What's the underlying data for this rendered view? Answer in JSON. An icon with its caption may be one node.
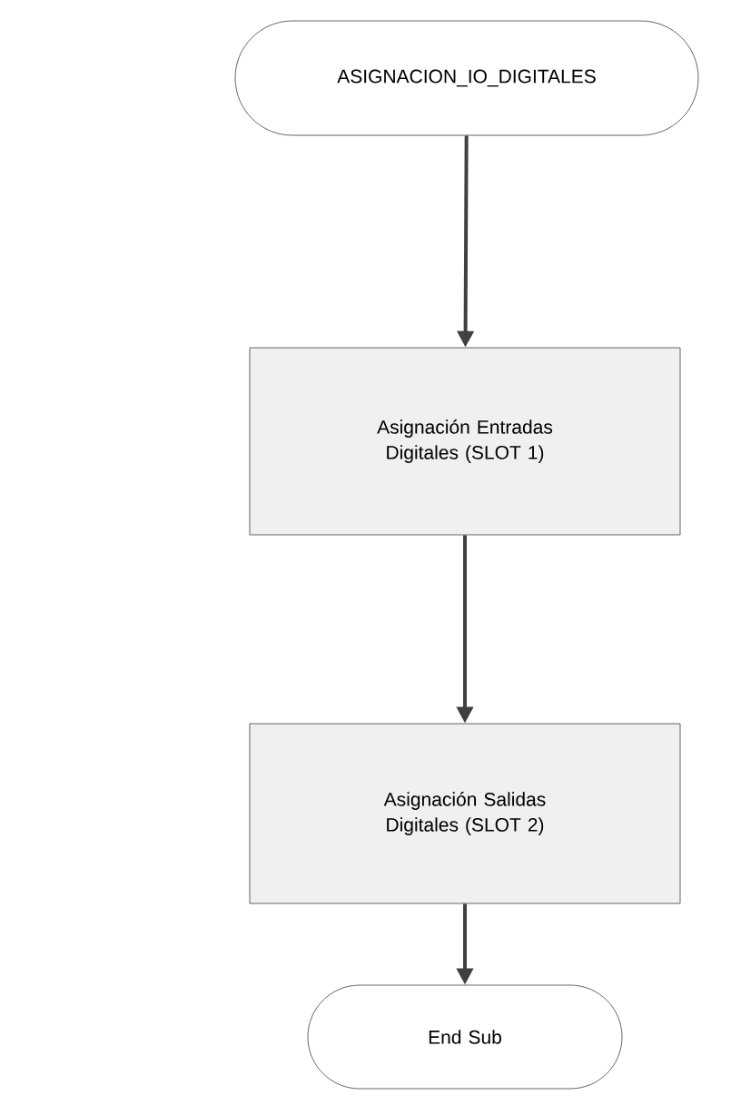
{
  "diagram": {
    "nodes": [
      {
        "text": [
          "ASIGNACION_IO_DIGITALES"
        ]
      },
      {
        "text": [
          "Asignación Entradas Digitales (SLOT 1)"
        ]
      },
      {
        "text": [
          "Asignación Salidas Digitales (SLOT 2)"
        ]
      },
      {
        "text": [
          "End Sub"
        ]
      }
    ],
    "edges": [
      {
        "from": 0,
        "to": 1,
        "arrow": "to"
      },
      {
        "from": 1,
        "to": 2,
        "arrow": "to"
      },
      {
        "from": 2,
        "to": 3,
        "arrow": "to"
      }
    ]
  }
}
